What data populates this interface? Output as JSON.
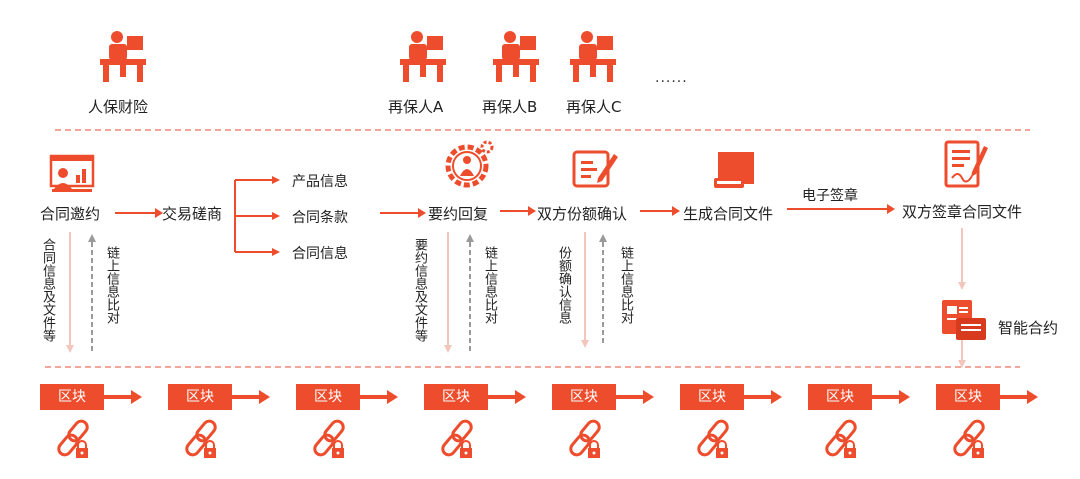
{
  "parties": {
    "insurer": "人保财险",
    "reinsurers": [
      "再保人A",
      "再保人B",
      "再保人C"
    ],
    "ellipsis": "......"
  },
  "flow": {
    "invite": "合同邀约",
    "negotiate": "交易磋商",
    "branches": [
      "产品信息",
      "合同条款",
      "合同信息"
    ],
    "reply": "要约回复",
    "confirm": "双方份额确认",
    "generate": "生成合同文件",
    "esign_label": "电子签章",
    "signed": "双方签章合同文件",
    "smart_contract": "智能合约"
  },
  "vertical_labels": {
    "v1_down": "合同信息及文件等",
    "v1_up": "链上信息比对",
    "v2_down": "要约信息及文件等",
    "v2_up": "链上信息比对",
    "v3_down": "份额确认信息",
    "v3_up": "链上信息比对"
  },
  "blocks": {
    "label": "区块",
    "count": 8
  },
  "colors": {
    "accent": "#ee4d2d",
    "dash": "#f08a76",
    "light_arrow": "#f3c6bb",
    "gray_arrow": "#9a9a9a"
  },
  "icons": {
    "party": "person-at-desk-icon",
    "invite": "presentation-board-icon",
    "reply": "gear-person-icon",
    "confirm": "edit-document-icon",
    "generate": "scroll-document-icon",
    "signed": "signed-document-icon",
    "smart_contract": "documents-icon",
    "chain": "chain-lock-icon"
  }
}
